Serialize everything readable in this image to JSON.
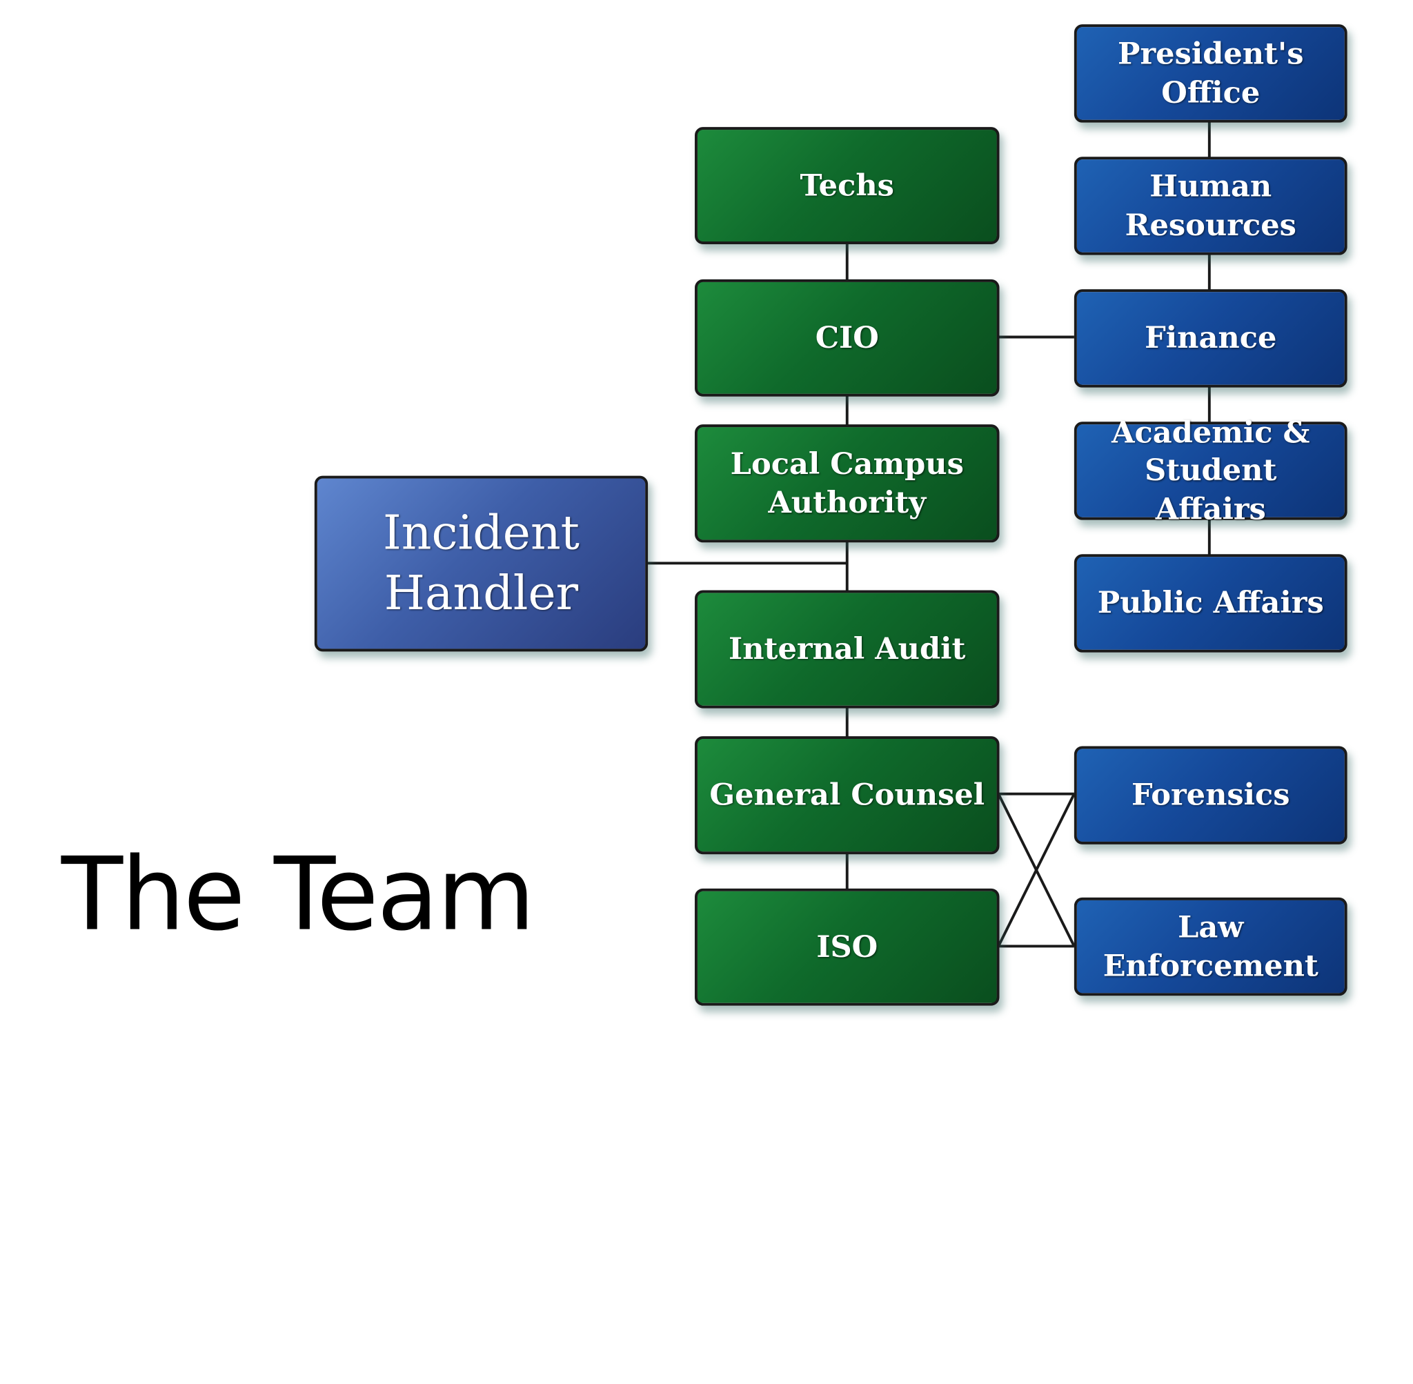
{
  "slide": {
    "title": "The Team"
  },
  "diagram": {
    "handler": "Incident Handler",
    "green_column": [
      "Techs",
      "CIO",
      "Local Campus Authority",
      "Internal Audit",
      "General Counsel",
      "ISO"
    ],
    "blue_column_top": [
      "President's Office",
      "Human Resources",
      "Finance",
      "Academic & Student Affairs",
      "Public Affairs"
    ],
    "blue_column_bottom": [
      "Forensics",
      "Law Enforcement"
    ]
  },
  "colors": {
    "green_box": "#0f6a2b",
    "blue_box": "#15499a",
    "handler_box": "#3e5ea8",
    "connector": "#1a1a1a",
    "title_text": "#000000"
  }
}
